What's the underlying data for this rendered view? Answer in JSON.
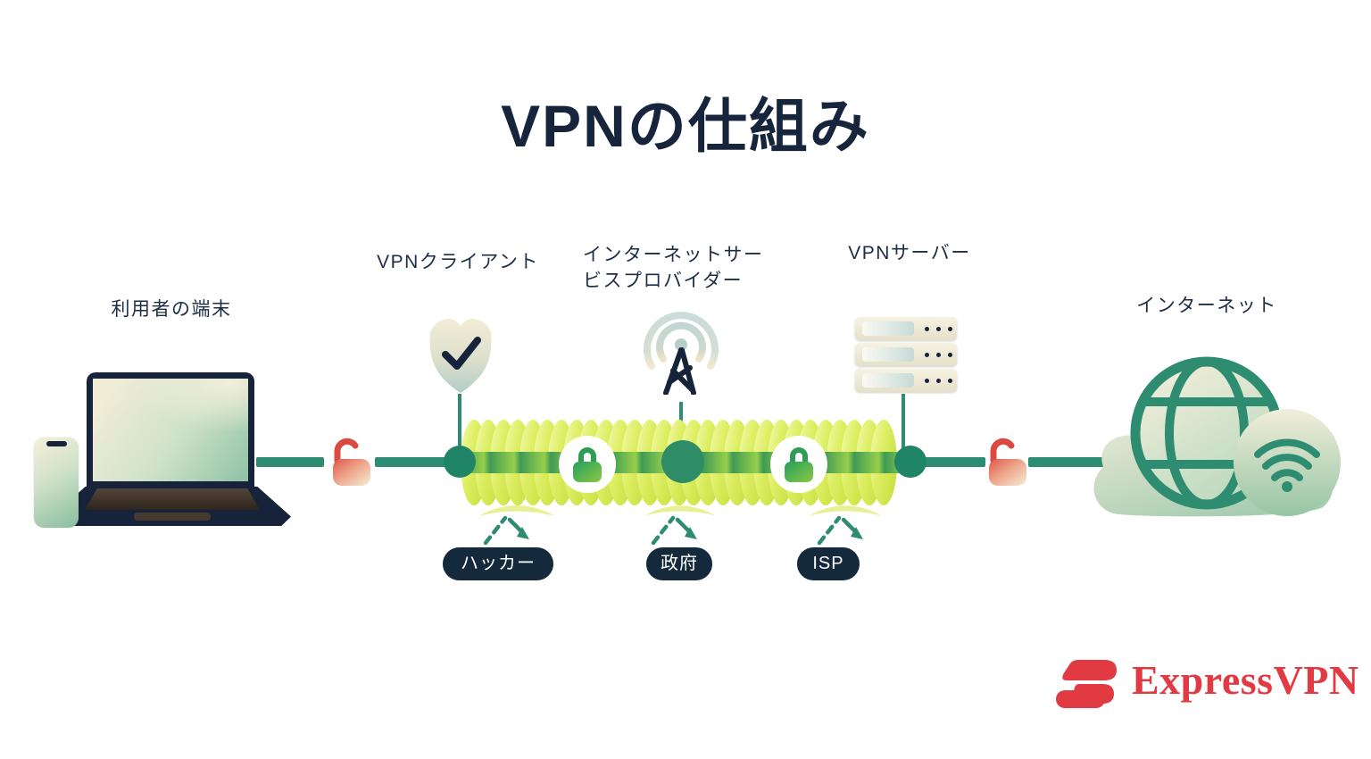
{
  "title": "VPNの仕組み",
  "labels": {
    "device": "利用者の端末",
    "vpn_client": "VPNクライアント",
    "isp_line1": "インターネットサー",
    "isp_line2": "ビスプロバイダー",
    "vpn_server": "VPNサーバー",
    "internet": "インターネット"
  },
  "threats": [
    {
      "label": "ハッカー"
    },
    {
      "label": "政府"
    },
    {
      "label": "ISP"
    }
  ],
  "brand": {
    "name": "ExpressVPN"
  },
  "icons": {
    "shield_check": "shield-check-icon",
    "antenna": "broadcast-antenna-icon",
    "servers": "server-stack-icon",
    "globe": "globe-icon",
    "wifi": "wifi-icon",
    "closed_lock": "closed-lock-icon",
    "open_lock": "open-lock-icon"
  },
  "colors": {
    "navy": "#16233a",
    "teal_line": "#2e8c72",
    "tunnel_lime": "#dcee62",
    "lock_green": "#3aa156",
    "lock_red": "#dd4f47",
    "badge_navy": "#14293c",
    "brand_red": "#e23a43"
  }
}
